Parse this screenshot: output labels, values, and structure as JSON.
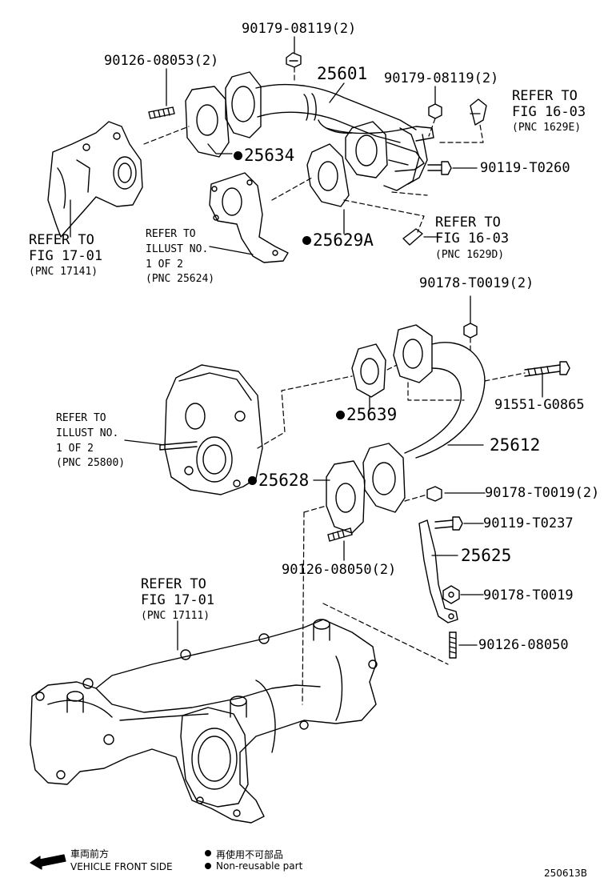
{
  "labels": {
    "l1": "90179-08119(2)",
    "l2": "90126-08053(2)",
    "l3": "25601",
    "l4": "90179-08119(2)",
    "l5": "90119-T0260",
    "l6": "25634",
    "l7": "25629A",
    "l8": "90178-T0019(2)",
    "l9": "91551-G0865",
    "l10": "25639",
    "l11": "25612",
    "l12": "25628",
    "l13": "90178-T0019(2)",
    "l14": "90119-T0237",
    "l15": "25625",
    "l16": "90178-T0019",
    "l17": "90126-08050(2)",
    "l18": "90126-08050"
  },
  "refs": {
    "r1": {
      "line1": "REFER TO",
      "line2": "FIG 16-03",
      "line3": "(PNC 1629E)"
    },
    "r2": {
      "line1": "REFER TO",
      "line2": "FIG 16-03",
      "line3": "(PNC 1629D)"
    },
    "r3": {
      "line1": "REFER TO",
      "line2": "FIG 17-01",
      "line3": "(PNC 17141)"
    },
    "r4": {
      "line1": "REFER TO",
      "line2": "ILLUST NO.",
      "line3": "1 OF 2",
      "line4": "(PNC 25624)"
    },
    "r5": {
      "line1": "REFER TO",
      "line2": "ILLUST NO.",
      "line3": "1 OF 2",
      "line4": "(PNC 25800)"
    },
    "r6": {
      "line1": "REFER TO",
      "line2": "FIG 17-01",
      "line3": "(PNC 17111)"
    }
  },
  "legend": {
    "jp_front": "車両前方",
    "en_front": "VEHICLE FRONT SIDE",
    "jp_nonreuse": "再使用不可部品",
    "en_nonreuse": "Non-reusable part",
    "code": "250613B"
  }
}
